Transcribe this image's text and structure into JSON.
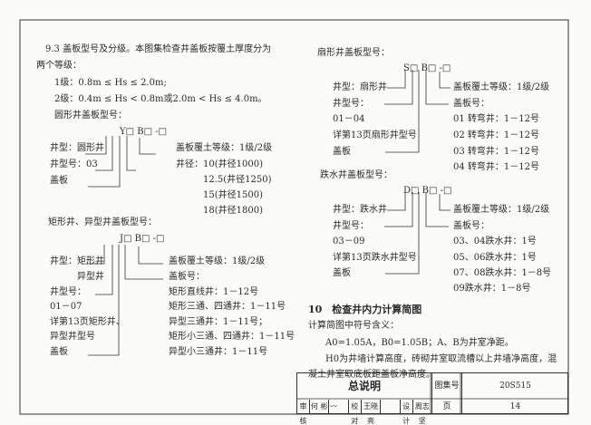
{
  "sec93": {
    "l1": "9.3 盖板型号及分级。本图集检查井盖板按覆土厚度分为",
    "l2": "两个等级：",
    "l3": "1级：0.8m ≤ Hs ≤ 2.0m;",
    "l4": "2级：0.4m ≤ Hs < 0.8m或2.0m < Hs ≤ 4.0m。"
  },
  "round": {
    "title": "圆形井盖板型号：",
    "code": "Y□ B□ -□",
    "left": [
      "井型：圆形井",
      "井型号：03",
      "盖板"
    ],
    "right": [
      "盖板覆土等级：1级/2级",
      "井径：10(井径1000)",
      "12.5(井径1250)",
      "15(井径1500)",
      "18(井径1800)"
    ]
  },
  "rect": {
    "title": "矩形井、异型井盖板型号：",
    "code": "J□ B□ -□",
    "left": [
      "井型：矩形井",
      "异型井",
      "井型号：",
      "01－07",
      "详第13页矩形井、",
      "异型井型号",
      "盖板"
    ],
    "right": [
      "盖板覆土等级：1级/2级",
      "盖板号：",
      "矩形直线井：1－12号",
      "矩形三通、四通井：1－11号",
      "异型三通井：1－11号；",
      "矩形小三通、四通井：1－11号",
      "异型小三通井：1－11号"
    ]
  },
  "fan": {
    "title": "扇形井盖板型号：",
    "code": "S□ B□ -□",
    "left": [
      "井型：扇形井",
      "井型号：",
      "01－04",
      "详第13页扇形井型号",
      "盖板"
    ],
    "right": [
      "盖板覆土等级：1级/2级",
      "盖板号：",
      "01 转弯井：1－12号",
      "02 转弯井：1－12号",
      "03 转弯井：1－12号",
      "04 转弯井：1－12号"
    ]
  },
  "drop": {
    "title": "跌水井盖板型号：",
    "code": "D□ B□ -□",
    "left": [
      "井型：跌水井",
      "井型号：",
      "03－09",
      "详第13页跌水井型号",
      "盖板"
    ],
    "right": [
      "盖板覆土等级：1级/2级",
      "盖板号：",
      "03、04跌水井：1号",
      "05、06跌水井：1号",
      "07、08跌水井：1－8号",
      "09跌水井：1－8号"
    ]
  },
  "sec10": {
    "title": "10　检查井内力计算简图",
    "l1": "计算简图中符号含义：",
    "l2": "A0=1.05A，B0=1.05B；A、B为井室净距。",
    "l3": "H0为井墙计算高度，砖砌井室取流槽以上井墙净高度，混",
    "l4": "凝土井室取底板距盖板净高度。"
  },
  "titleblock": {
    "title": "总说明",
    "atlas_label": "图集号",
    "atlas_no": "20S515",
    "page_label": "页",
    "page_no": "14",
    "review": "审核",
    "reviewer": "何 彬",
    "check": "校对",
    "checker": "王晓亮",
    "design": "设计",
    "designer": "周志坚"
  }
}
